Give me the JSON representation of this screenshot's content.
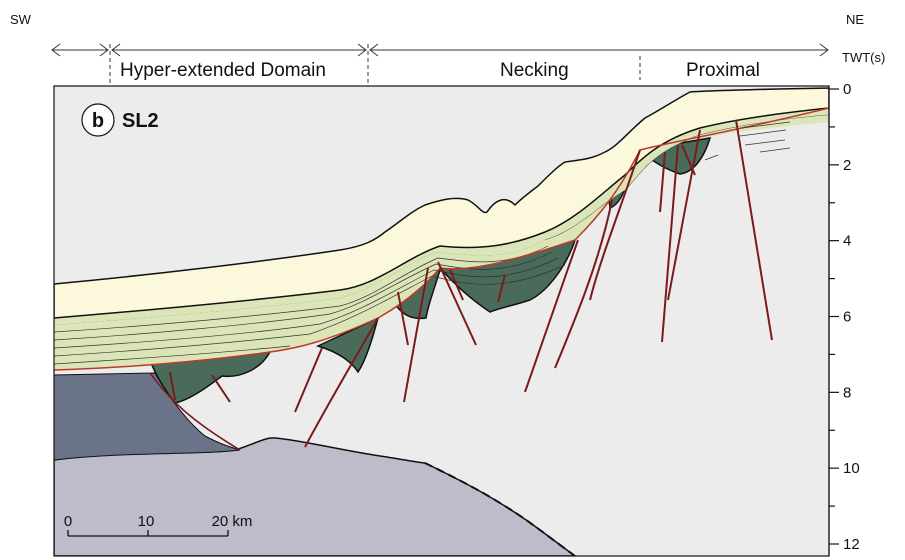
{
  "orientation": {
    "left": "SW",
    "right": "NE"
  },
  "domains": {
    "hyper_extended": "Hyper-extended Domain",
    "necking": "Necking",
    "proximal": "Proximal"
  },
  "panel": {
    "letter": "b",
    "title": "SL2"
  },
  "axis": {
    "title": "TWT(s)",
    "ticks": [
      "0",
      "2",
      "4",
      "6",
      "8",
      "10",
      "12"
    ]
  },
  "scale_bar": {
    "labels": [
      "0",
      "10",
      "20 km"
    ]
  },
  "colors": {
    "water_sediment": "#fbf8dc",
    "post_rift_layers": "#dbe5b8",
    "syn_rift": "#4a6b5a",
    "basement": "#ececec",
    "mantle_block": "#6b7389",
    "lower_body": "#bcbccb",
    "faults": "#7a1a1a",
    "rift_unconformity": "#c0392b"
  }
}
